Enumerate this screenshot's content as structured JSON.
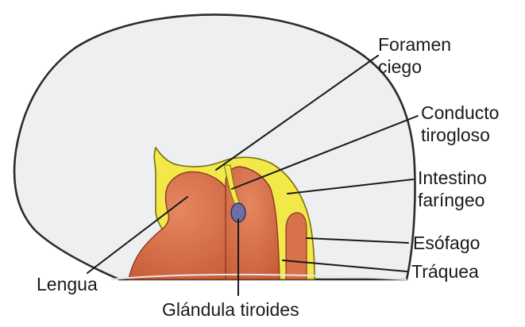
{
  "labels": {
    "foramen_ciego": [
      "Foramen",
      "ciego"
    ],
    "conducto_tirogloso": [
      "Conducto",
      "tirogloso"
    ],
    "intestino_faringeo": [
      "Intestino",
      "faríngeo"
    ],
    "esofago": "Esófago",
    "traquea": "Tráquea",
    "lengua": "Lengua",
    "glandula_tiroides": "Glándula tiroides"
  },
  "colors": {
    "head": "#eeeff0",
    "outline": "#2b2b2b",
    "tongue": "#d8704a",
    "tongue_dark": "#c25a38",
    "pharynx_lining": "#f2e84a",
    "thyroid": "#6b6fa6",
    "leader_line": "#1a1a1a"
  }
}
